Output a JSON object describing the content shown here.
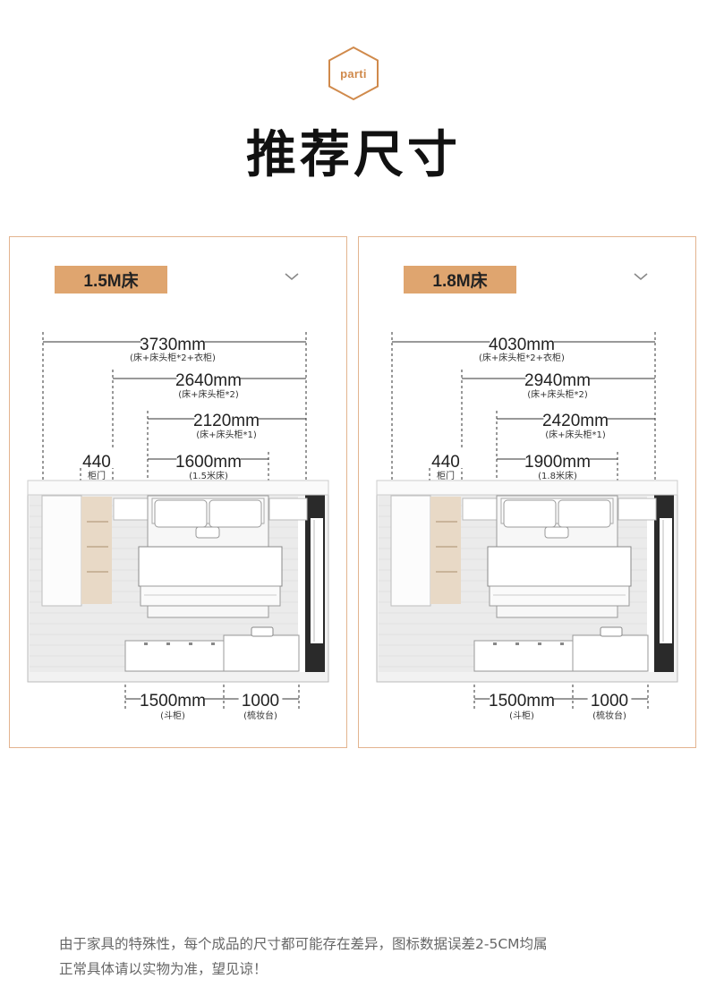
{
  "badge": {
    "label": "parti"
  },
  "title": "推荐尺寸",
  "colors": {
    "accent": "#d08a4c",
    "tag_bg": "#dfa56f",
    "panel_border": "#e3b48f"
  },
  "panels": [
    {
      "tag": "1.5M床",
      "dims": [
        {
          "value": "3730mm",
          "note": "(床+床头柜*2+衣柜)"
        },
        {
          "value": "2640mm",
          "note": "(床+床头柜*2)"
        },
        {
          "value": "2120mm",
          "note": "(床+床头柜*1)"
        },
        {
          "value": "440",
          "note": "柜门"
        },
        {
          "value": "1600mm",
          "note": "(1.5米床)"
        },
        {
          "value": "1500mm",
          "note": "(斗柜)"
        },
        {
          "value": "1000",
          "note": "(梳妆台)"
        }
      ]
    },
    {
      "tag": "1.8M床",
      "dims": [
        {
          "value": "4030mm",
          "note": "(床+床头柜*2+衣柜)"
        },
        {
          "value": "2940mm",
          "note": "(床+床头柜*2)"
        },
        {
          "value": "2420mm",
          "note": "(床+床头柜*1)"
        },
        {
          "value": "440",
          "note": "柜门"
        },
        {
          "value": "1900mm",
          "note": "(1.8米床)"
        },
        {
          "value": "1500mm",
          "note": "(斗柜)"
        },
        {
          "value": "1000",
          "note": "(梳妆台)"
        }
      ]
    }
  ],
  "footnote": {
    "line1": "由于家具的特殊性，每个成品的尺寸都可能存在差异，图标数据误差2-5CM均属",
    "line2": "正常具体请以实物为准，望见谅！"
  }
}
